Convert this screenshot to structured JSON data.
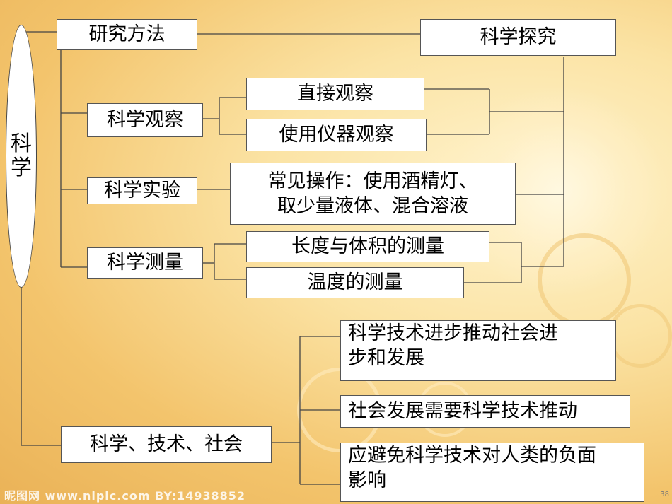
{
  "root": {
    "chars": [
      "科",
      "学"
    ]
  },
  "nodes": {
    "research_methods": "研究方法",
    "scientific_inquiry": "科学探究",
    "sci_observation": "科学观察",
    "direct_observation": "直接观察",
    "instrument_observation": "使用仪器观察",
    "sci_experiment": "科学实验",
    "common_ops_line1": "常见操作：使用酒精灯、",
    "common_ops_line2": "取少量液体、混合溶液",
    "sci_measurement": "科学测量",
    "length_volume": "长度与体积的测量",
    "temperature": "温度的测量",
    "sts": "科学、技术、社会",
    "progress_line1": "科学技术进步推动社会进",
    "progress_line2": "步和发展",
    "society_needs": "社会发展需要科学技术推动",
    "avoid_line1": "应避免科学技术对人类的负面",
    "avoid_line2": "影响"
  },
  "watermark": "昵图网 www.nipic.com   BY:14938852",
  "page_number": "38"
}
